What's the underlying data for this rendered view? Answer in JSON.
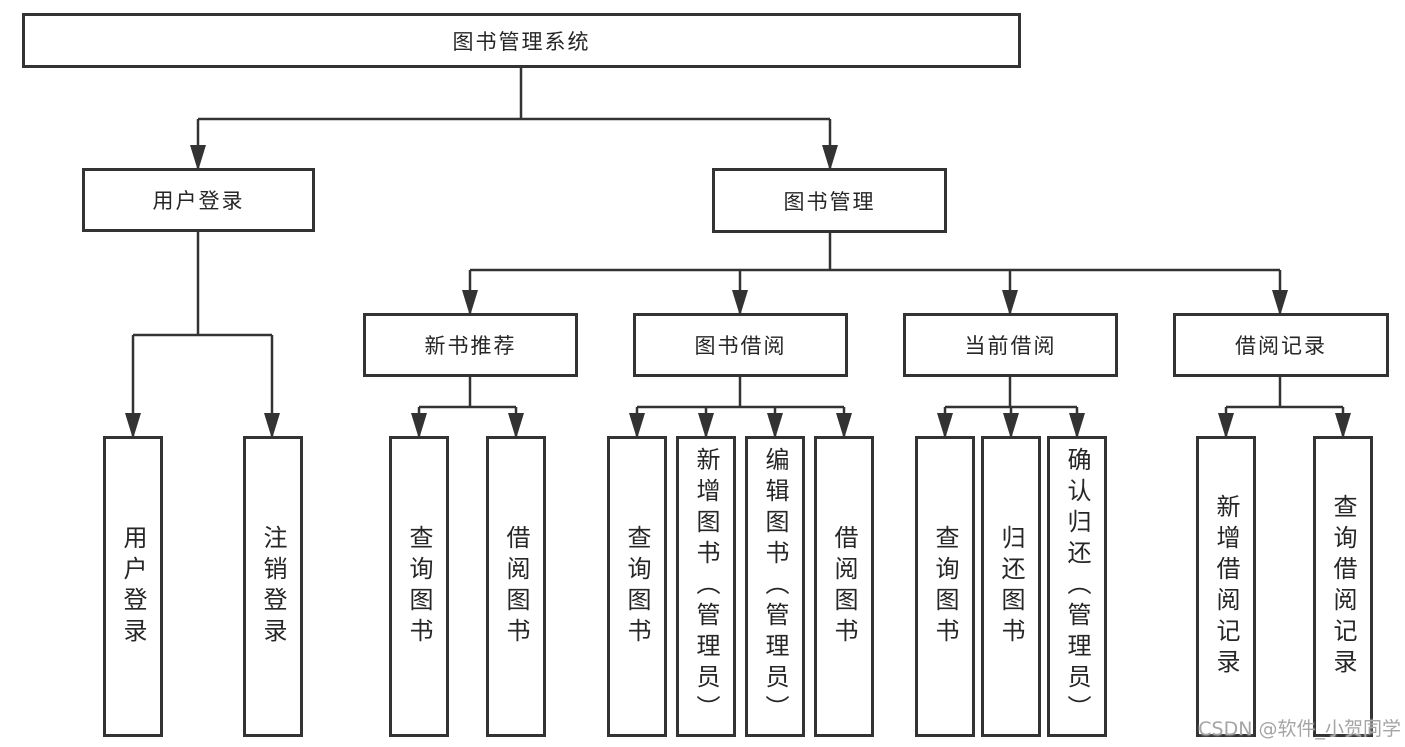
{
  "tree": {
    "root": {
      "label": "图书管理系统"
    },
    "branches": [
      {
        "label": "用户登录",
        "children": [
          {
            "label": "用户登录"
          },
          {
            "label": "注销登录"
          }
        ]
      },
      {
        "label": "图书管理",
        "children": [
          {
            "label": "新书推荐",
            "children": [
              {
                "label": "查询图书"
              },
              {
                "label": "借阅图书"
              }
            ]
          },
          {
            "label": "图书借阅",
            "children": [
              {
                "label": "查询图书"
              },
              {
                "label": "新增图书（管理员）"
              },
              {
                "label": "编辑图书（管理员）"
              },
              {
                "label": "借阅图书"
              }
            ]
          },
          {
            "label": "当前借阅",
            "children": [
              {
                "label": "查询图书"
              },
              {
                "label": "归还图书"
              },
              {
                "label": "确认归还（管理员）"
              }
            ]
          },
          {
            "label": "借阅记录",
            "children": [
              {
                "label": "新增借阅记录"
              },
              {
                "label": "查询借阅记录"
              }
            ]
          }
        ]
      }
    ]
  },
  "watermark": {
    "text": "CSDN @软件_小贺同学"
  },
  "colors": {
    "line": "#333333",
    "box_border": "#333333",
    "text": "#262626",
    "watermark": "#a5a5a5",
    "background": "#ffffff"
  }
}
